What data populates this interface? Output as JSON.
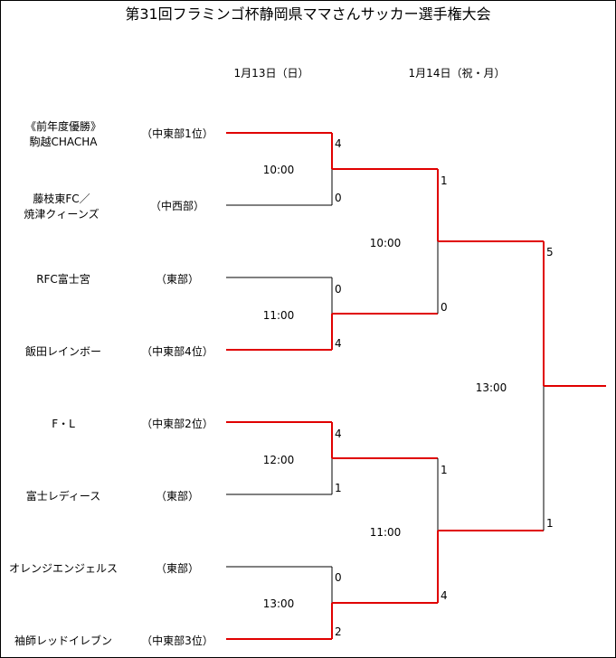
{
  "title": "第31回フラミンゴ杯静岡県ママさんサッカー選手権大会",
  "rounds": [
    "1月13日（日）",
    "1月14日（祝・月）"
  ],
  "teams": [
    {
      "name_lines": [
        "《前年度優勝》",
        "駒越CHACHA"
      ],
      "region": "（中東部1位）"
    },
    {
      "name_lines": [
        "藤枝東FC／",
        "焼津クィーンズ"
      ],
      "region": "（中西部）"
    },
    {
      "name_lines": [
        "RFC富士宮"
      ],
      "region": "（東部）"
    },
    {
      "name_lines": [
        "飯田レインボー"
      ],
      "region": "（中東部4位）"
    },
    {
      "name_lines": [
        "F・L"
      ],
      "region": "（中東部2位）"
    },
    {
      "name_lines": [
        "富士レディース"
      ],
      "region": "（東部）"
    },
    {
      "name_lines": [
        "オレンジエンジェルス"
      ],
      "region": "（東部）"
    },
    {
      "name_lines": [
        "袖師レッドイレブン"
      ],
      "region": "（中東部3位）"
    }
  ],
  "round1": [
    {
      "time": "10:00",
      "scores": [
        "4",
        "0"
      ],
      "winner": 0
    },
    {
      "time": "11:00",
      "scores": [
        "0",
        "4"
      ],
      "winner": 1
    },
    {
      "time": "12:00",
      "scores": [
        "4",
        "1"
      ],
      "winner": 0
    },
    {
      "time": "13:00",
      "scores": [
        "0",
        "2"
      ],
      "winner": 1
    }
  ],
  "round2": [
    {
      "time": "10:00",
      "scores": [
        "1",
        "0"
      ],
      "winner": 0
    },
    {
      "time": "11:00",
      "scores": [
        "1",
        "4"
      ],
      "winner": 1
    }
  ],
  "final": {
    "time": "13:00",
    "scores": [
      "5",
      "1"
    ],
    "winner": 0
  },
  "colors": {
    "win_line": "#e00000",
    "lose_line": "#000000"
  }
}
